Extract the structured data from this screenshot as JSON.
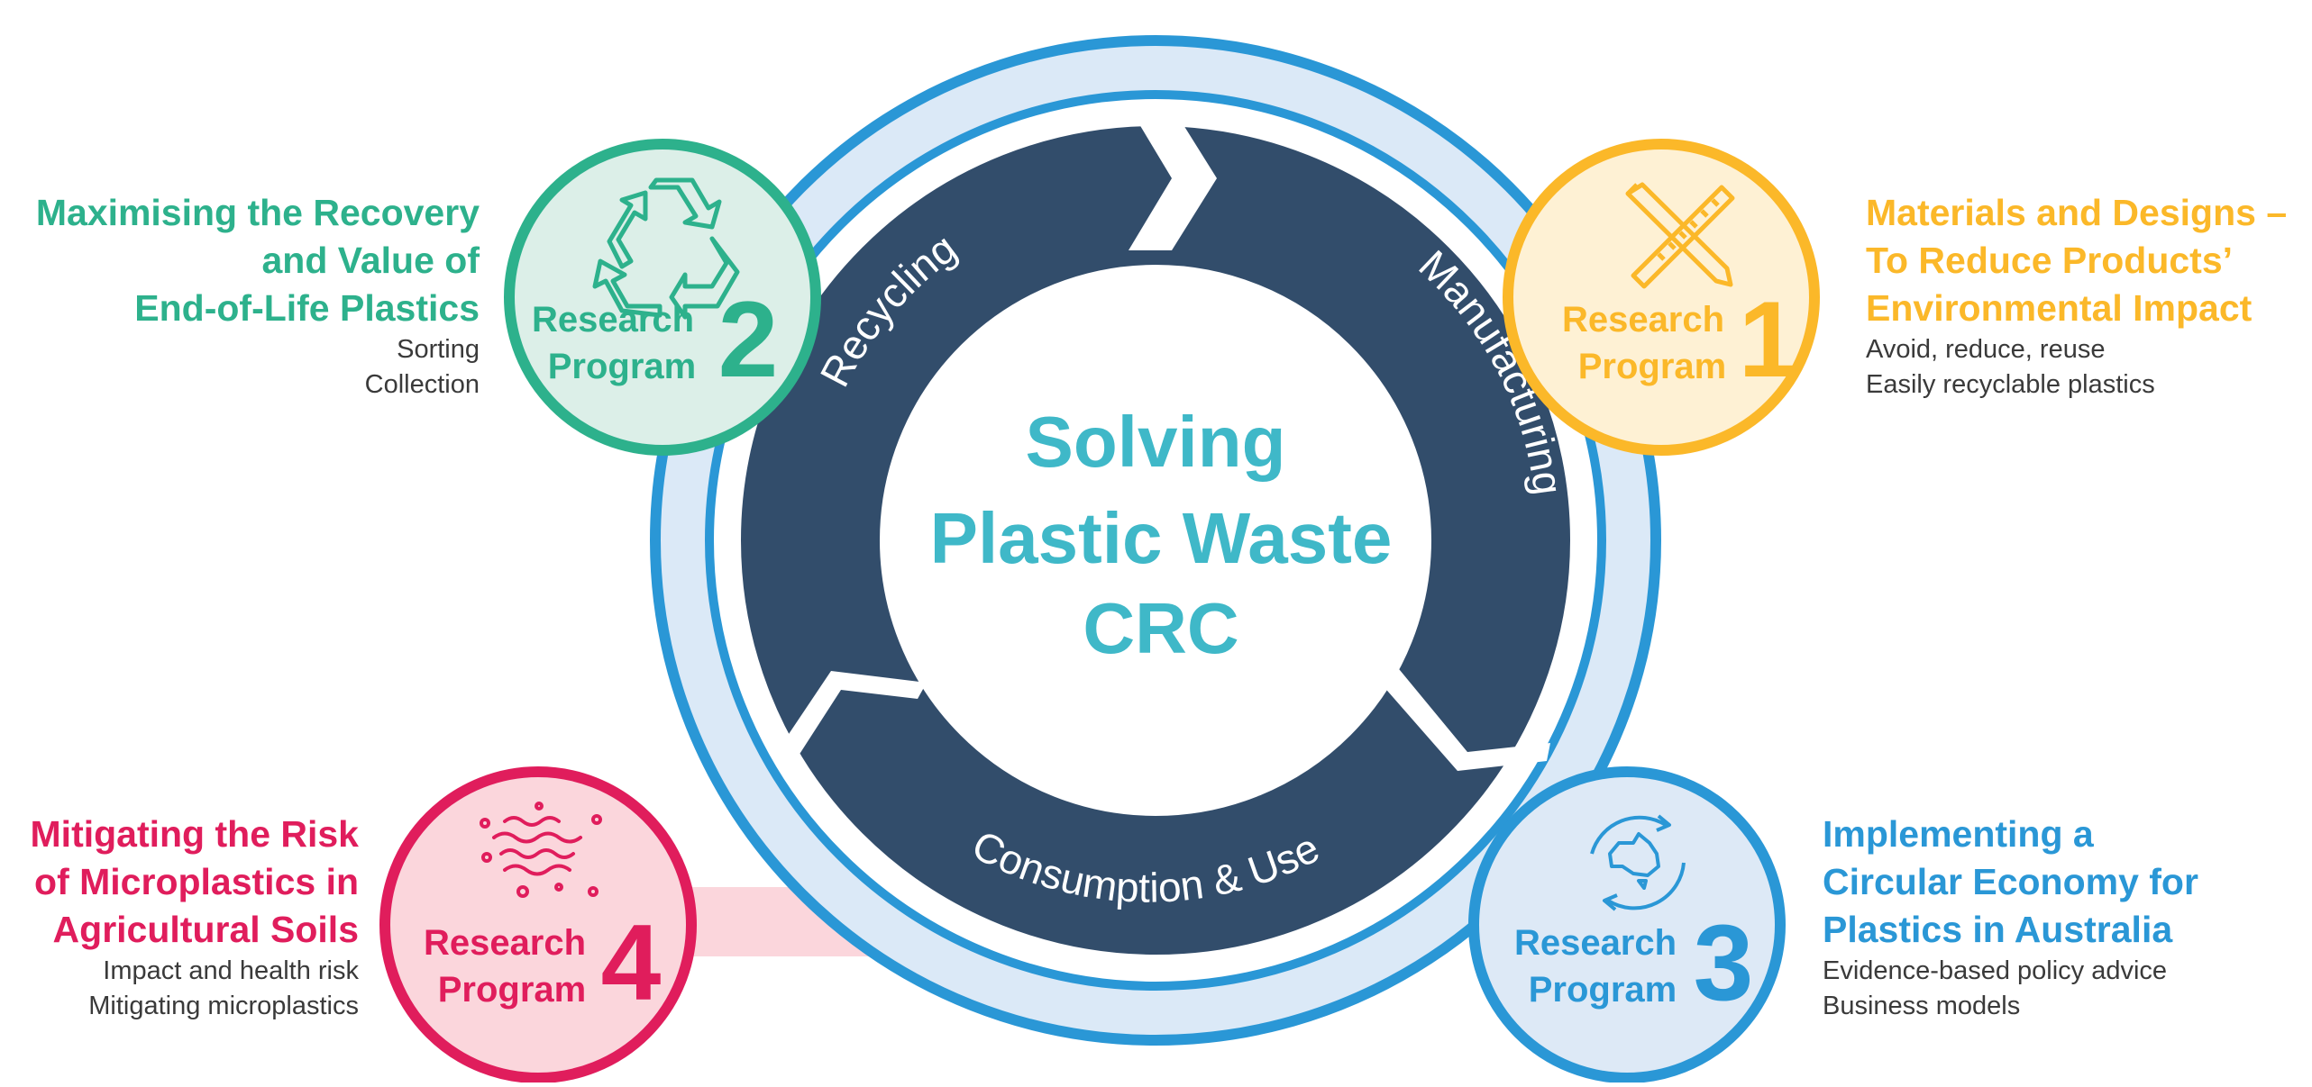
{
  "center": {
    "lines": [
      "Solving",
      "Plastic Waste",
      "CRC"
    ]
  },
  "cycle": {
    "recycling": "Recycling",
    "manufacturing": "Manufacturing",
    "consumption": "Consumption & Use"
  },
  "programs": [
    {
      "key": "p1",
      "word1": "Research",
      "word2": "Program",
      "number": "1",
      "color": "#fbb829",
      "fill": "#fef1d4",
      "icon": "pencil-ruler-icon",
      "title": [
        "Materials and Designs –",
        "To Reduce Products’",
        "Environmental Impact"
      ],
      "details": [
        "Avoid, reduce, reuse",
        "Easily recyclable plastics"
      ]
    },
    {
      "key": "p2",
      "word1": "Research",
      "word2": "Program",
      "number": "2",
      "color": "#2db18c",
      "fill": "#dcefe8",
      "icon": "recycle-icon",
      "title": [
        "Maximising the Recovery",
        "and Value of",
        "End-of-Life Plastics"
      ],
      "details": [
        "Sorting",
        "Collection"
      ]
    },
    {
      "key": "p3",
      "word1": "Research",
      "word2": "Program",
      "number": "3",
      "color": "#2a97d6",
      "fill": "#dde9f6",
      "icon": "australia-cycle-icon",
      "title": [
        "Implementing a",
        "Circular Economy for",
        "Plastics in Australia"
      ],
      "details": [
        "Evidence-based policy advice",
        "Business models"
      ]
    },
    {
      "key": "p4",
      "word1": "Research",
      "word2": "Program",
      "number": "4",
      "color": "#e01d5c",
      "fill": "#fbd6dc",
      "icon": "microplastics-icon",
      "title": [
        "Mitigating the Risk",
        "of Microplastics in",
        "Agricultural Soils"
      ],
      "details": [
        "Impact and health risk",
        "Mitigating microplastics"
      ]
    }
  ],
  "colors": {
    "dark_ring": "#324d6b",
    "outer_ring": "#2a97d6",
    "outer_fill": "#dbe9f7",
    "center_text": "#3fb8c8"
  }
}
